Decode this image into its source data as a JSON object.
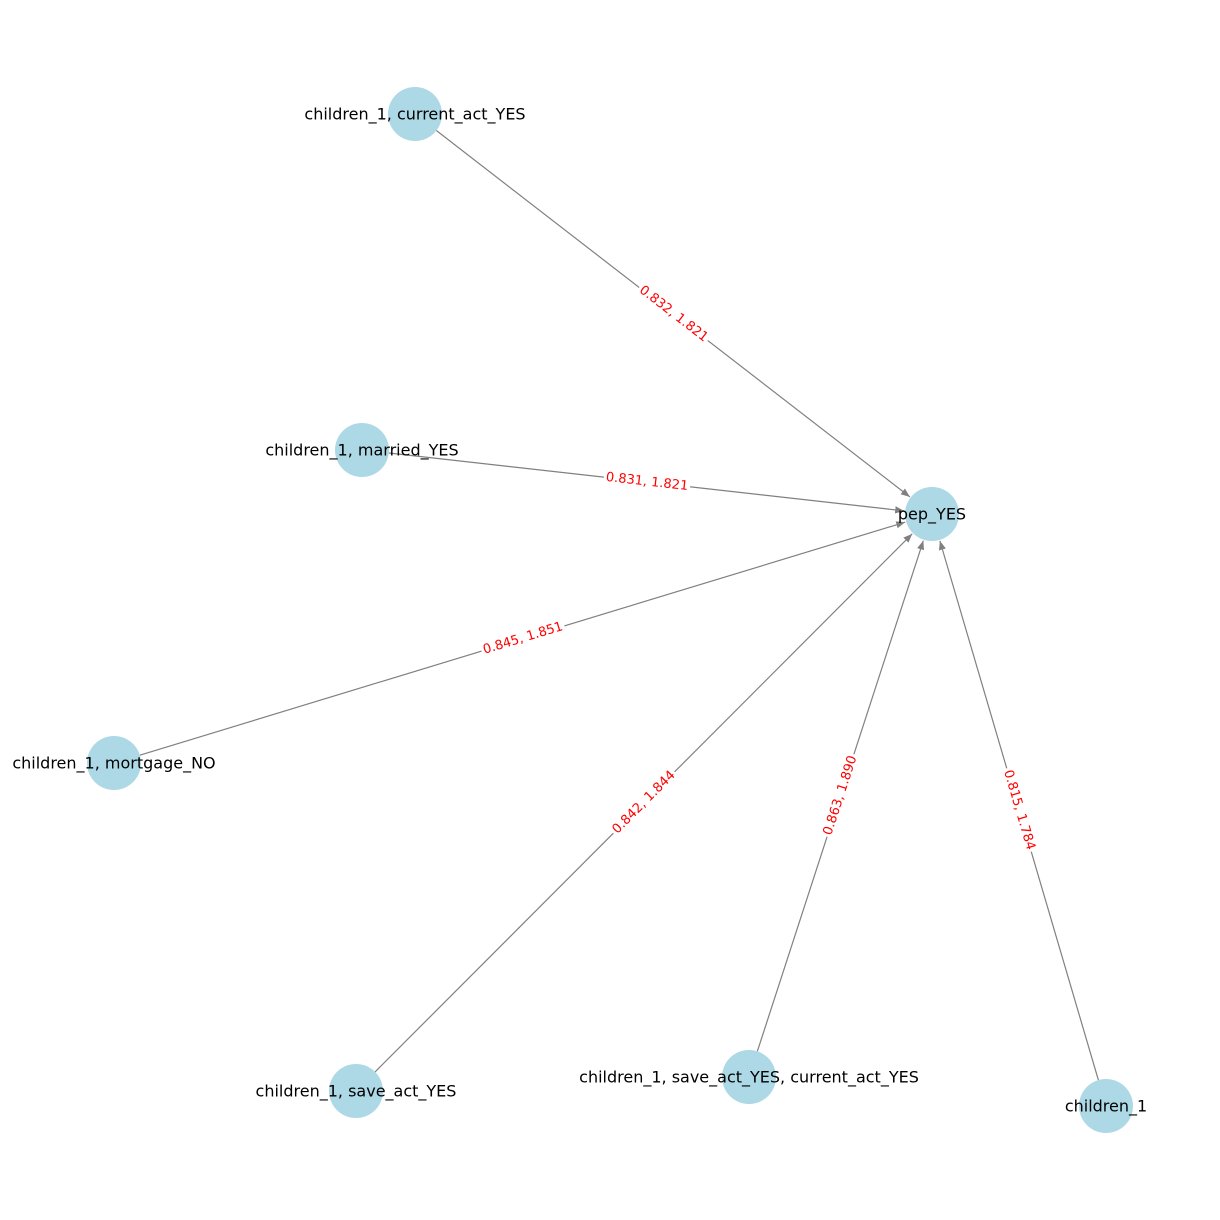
{
  "colors": {
    "node_fill": "#add8e6",
    "edge": "#808080",
    "edge_label": "#ff0000",
    "node_label": "#000000",
    "background": "#ffffff"
  },
  "nodes": [
    {
      "id": "pep_YES",
      "label": "pep_YES"
    },
    {
      "id": "n_current",
      "label": "children_1, current_act_YES"
    },
    {
      "id": "n_married",
      "label": "children_1, married_YES"
    },
    {
      "id": "n_mortgage",
      "label": "children_1, mortgage_NO"
    },
    {
      "id": "n_save",
      "label": "children_1, save_act_YES"
    },
    {
      "id": "n_save_current",
      "label": "children_1, save_act_YES, current_act_YES"
    },
    {
      "id": "n_children",
      "label": "children_1"
    }
  ],
  "edges": [
    {
      "source": "n_current",
      "target": "pep_YES",
      "label": "0.832, 1.821"
    },
    {
      "source": "n_married",
      "target": "pep_YES",
      "label": "0.831, 1.821"
    },
    {
      "source": "n_mortgage",
      "target": "pep_YES",
      "label": "0.845, 1.851"
    },
    {
      "source": "n_save",
      "target": "pep_YES",
      "label": "0.842, 1.844"
    },
    {
      "source": "n_save_current",
      "target": "pep_YES",
      "label": "0.863, 1.890"
    },
    {
      "source": "n_children",
      "target": "pep_YES",
      "label": "0.815, 1.784"
    }
  ]
}
